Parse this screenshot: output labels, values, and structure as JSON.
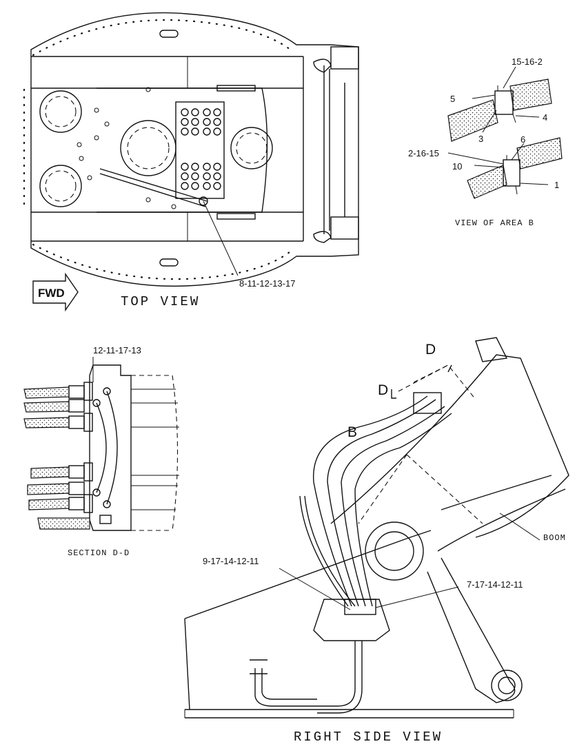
{
  "views": {
    "top_view": "TOP VIEW",
    "view_area_b": "VIEW OF AREA B",
    "section_dd": "SECTION D-D",
    "right_side_view": "RIGHT SIDE VIEW"
  },
  "fwd_label": "FWD",
  "callouts": {
    "top_view_main": "8-11-12-13-17",
    "area_b_15_16_2": "15-16-2",
    "area_b_5": "5",
    "area_b_4": "4",
    "area_b_3": "3",
    "area_b_6": "6",
    "area_b_2_16_15": "2-16-15",
    "area_b_10": "10",
    "area_b_1": "1",
    "section_main": "12-11-17-13",
    "right_left": "9-17-14-12-11",
    "right_right": "7-17-14-12-11",
    "boom": "BOOM",
    "section_d_left": "D",
    "section_d_right": "D",
    "detail_b": "B"
  },
  "icons": [
    "fwd-arrow-icon"
  ]
}
